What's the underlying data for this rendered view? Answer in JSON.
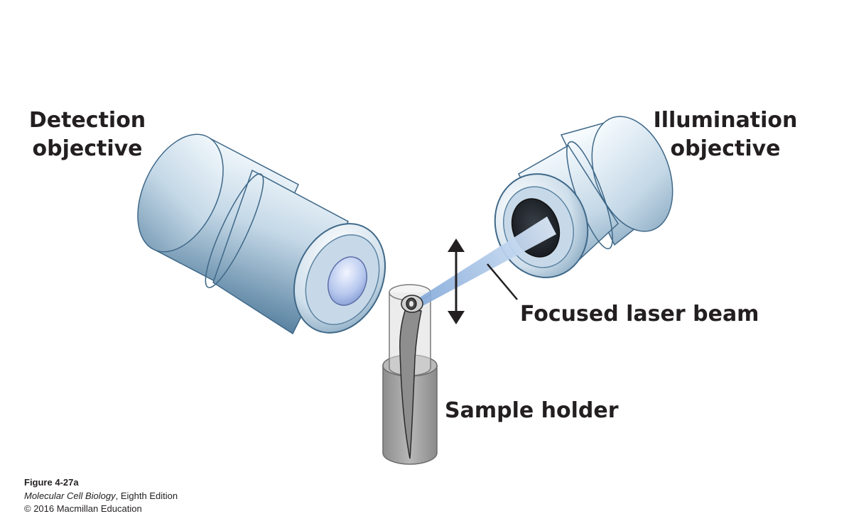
{
  "labels": {
    "detection_line1": "Detection",
    "detection_line2": "objective",
    "illumination_line1": "Illumination",
    "illumination_line2": "objective",
    "laser": "Focused laser beam",
    "holder": "Sample holder"
  },
  "caption": {
    "figure": "Figure 4-27a",
    "book_title": "Molecular Cell Biology",
    "edition": ", Eighth Edition",
    "copyright": "© 2016 Macmillan Education"
  },
  "colors": {
    "objective_body": "#c9dce9",
    "objective_shadow": "#3f6888",
    "lens": "#b9c9ee",
    "laser_beam": "#8fb2e2",
    "holder": "#a6a6a6",
    "text": "#231f20"
  },
  "icons": {
    "movement_arrow": "double-headed-vertical-arrow"
  }
}
